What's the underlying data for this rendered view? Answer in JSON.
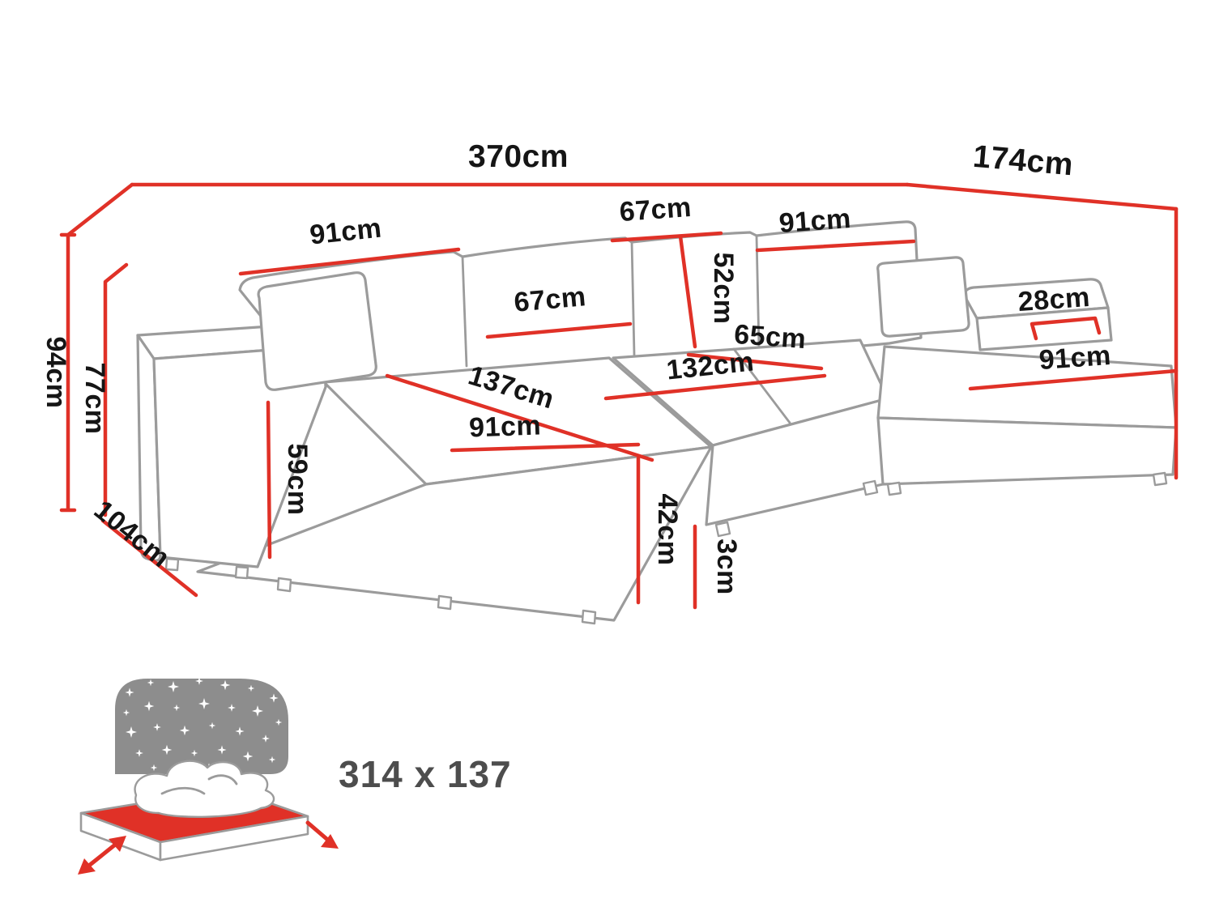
{
  "diagram_title": "U-shaped sofa dimension diagram",
  "labels": {
    "total_width": "370cm",
    "total_depth": "174cm",
    "total_height": "94cm",
    "backrest_height": "77cm",
    "armrest_depth": "104cm",
    "back_cushion_left_width": "91cm",
    "back_top_gap_width": "67cm",
    "back_cushion_right_width": "91cm",
    "backrest_inner_height": "52cm",
    "mid_back_cushion_width": "67cm",
    "right_armrest_width": "28cm",
    "seat_depth": "65cm",
    "mid_seat_width": "132cm",
    "right_chaise_seat_width": "91cm",
    "chaise_length": "137cm",
    "chaise_seat_width": "91cm",
    "armrest_height": "59cm",
    "seat_height": "42cm",
    "clearance_height": "3cm"
  },
  "sleeping": {
    "label": "314 x 137",
    "icon": "sleeping-function-icon"
  },
  "colors": {
    "dimension_red": "#e03127",
    "sofa_outline_gray": "#9b9b9b",
    "night_sky_gray": "#8d8d8d",
    "mattress_red": "#e03127",
    "label_black": "#151515",
    "sleeping_label_gray": "#4d4d4d"
  }
}
